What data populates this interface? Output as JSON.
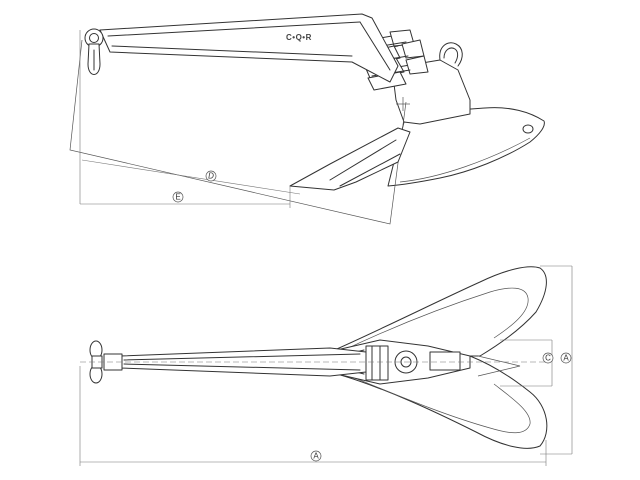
{
  "brand_text": "C•Q•R",
  "side_view": {
    "dim_d_label": "D",
    "dim_e_label": "E"
  },
  "top_view": {
    "dim_a_bottom_label": "A",
    "dim_a_right_label": "A",
    "dim_c_label": "C"
  }
}
